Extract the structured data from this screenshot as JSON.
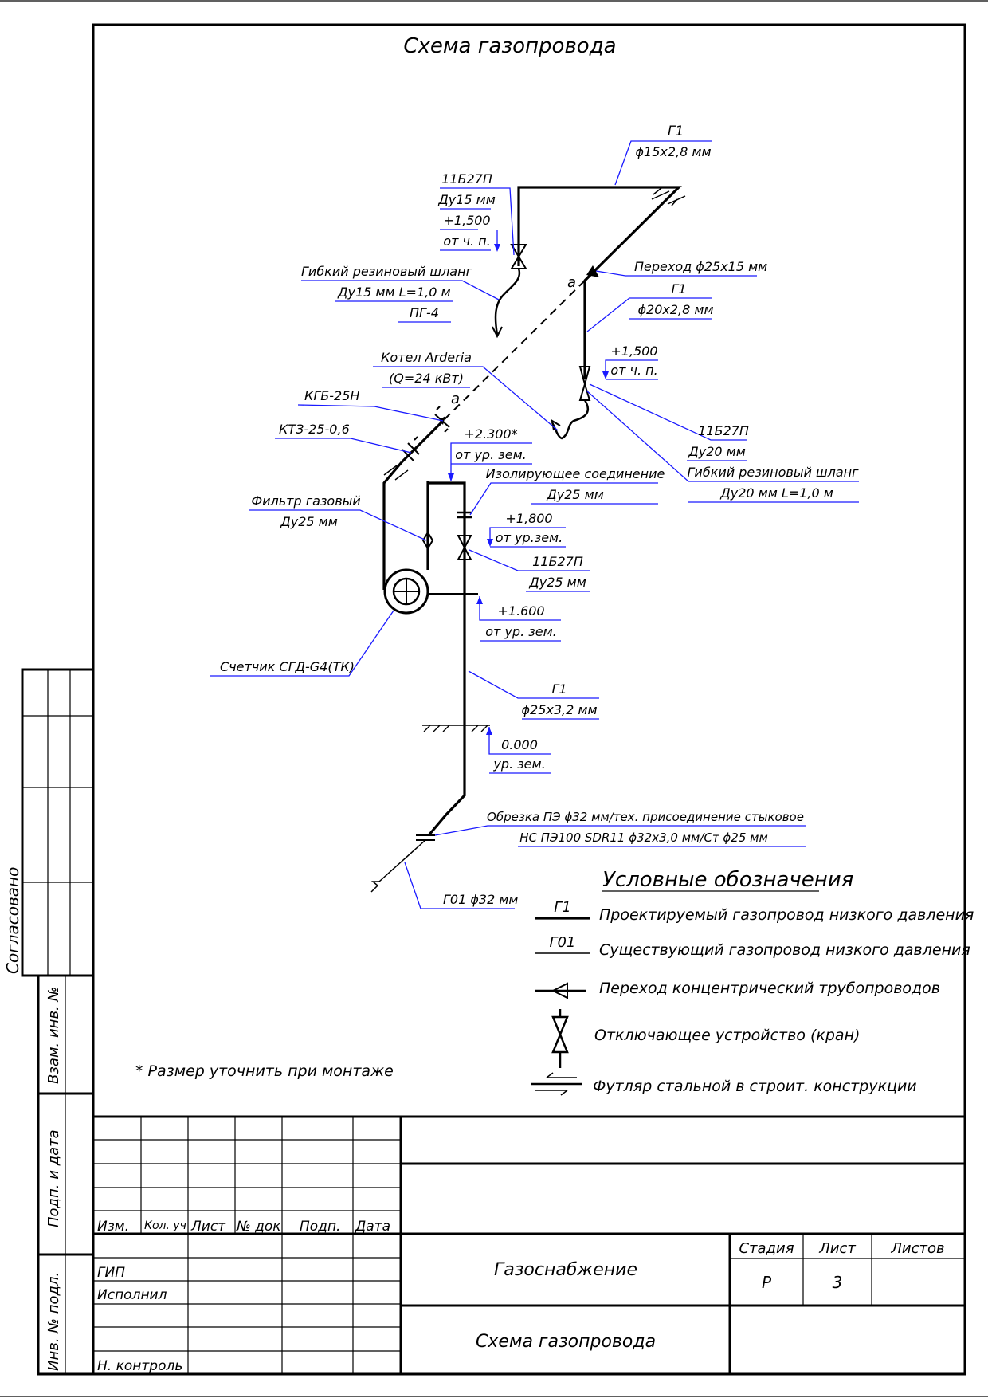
{
  "drawing": {
    "title": "Схема газопровода",
    "footnote": "* Размер уточнить при монтаже"
  },
  "callouts": {
    "g1_top": {
      "line1": "Г1",
      "line2": "ϕ15х2,8 мм"
    },
    "valve_top": {
      "line1": "11Б27П",
      "line2": "Ду15 мм",
      "line3": "+1,500",
      "line4": "от ч. п."
    },
    "hose_left": {
      "line1": "Гибкий резиновый шланг",
      "line2": "Ду15 мм L=1,0 м",
      "line3": "ПГ-4"
    },
    "transition": {
      "line1": "Переход ϕ25х15 мм"
    },
    "g1_mid": {
      "line1": "Г1",
      "line2": "ϕ20х2,8 мм"
    },
    "elev_1500": {
      "line1": "+1,500",
      "line2": "от ч. п."
    },
    "boiler": {
      "line1": "Котел Arderia",
      "line2": "(Q=24 кВт)"
    },
    "kgb": {
      "line1": "КГБ-25Н"
    },
    "ktz": {
      "line1": "КТЗ-25-0,6"
    },
    "elev_2300": {
      "line1": "+2.300*",
      "line2": "от ур. зем."
    },
    "valve_right": {
      "line1": "11Б27П",
      "line2": "Ду20 мм"
    },
    "hose_right": {
      "line1": "Гибкий резиновый шланг",
      "line2": "Ду20 мм L=1,0 м"
    },
    "insulating": {
      "line1": "Изолирующее соединение",
      "line2": "Ду25 мм"
    },
    "elev_1800": {
      "line1": "+1,800",
      "line2": "от ур.зем."
    },
    "filter": {
      "line1": "Фильтр газовый",
      "line2": "Ду25 мм"
    },
    "valve_low": {
      "line1": "11Б27П",
      "line2": "Ду25 мм"
    },
    "elev_1600": {
      "line1": "+1.600",
      "line2": "от ур. зем."
    },
    "meter": {
      "line1": "Счетчик СГД-G4(ТК)"
    },
    "g1_low": {
      "line1": "Г1",
      "line2": "ϕ25х3,2 мм"
    },
    "elev_0": {
      "line1": "0.000",
      "line2": "ур. зем."
    },
    "cutoff": {
      "line1": "Обрезка ПЭ ϕ32 мм/тех. присоединение стыковое",
      "line2": "НС ПЭ100 SDR11 ϕ32х3,0 мм/Ст ϕ25 мм"
    },
    "g01": {
      "line1": "Г01 ϕ32 мм"
    },
    "point_a1": "а",
    "point_a2": "а"
  },
  "legend": {
    "title": "Условные обозначения",
    "items": [
      {
        "symbol": "Г1",
        "text": "Проектируемый газопровод низкого давления"
      },
      {
        "symbol": "Г01",
        "text": "Существующий газопровод низкого давления"
      },
      {
        "symbol": "",
        "text": "Переход концентрический трубопроводов"
      },
      {
        "symbol": "",
        "text": "Отключающее устройство (кран)"
      },
      {
        "symbol": "",
        "text": "Футляр стальной в строит. конструкции"
      }
    ]
  },
  "side_stamp": {
    "agreed": "Согласовано",
    "vzam": "Взам. инв. №",
    "podp_data": "Подп. и дата",
    "inv_podl": "Инв. № подл."
  },
  "title_block": {
    "headers": [
      "Изм.",
      "Кол. уч",
      "Лист",
      "№ док",
      "Подп.",
      "Дата"
    ],
    "roles": [
      "ГИП",
      "Исполнил",
      "Н. контроль"
    ],
    "project": "Газоснабжение",
    "sheet_title": "Схема газопровода",
    "stage_label": "Стадия",
    "sheet_label": "Лист",
    "sheets_label": "Листов",
    "stage_value": "Р",
    "sheet_value": "3",
    "sheets_value": ""
  }
}
